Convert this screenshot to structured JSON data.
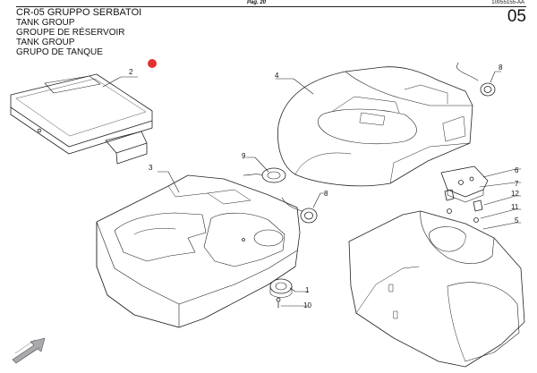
{
  "header": {
    "page_label": "Pag. 20",
    "doc_code": "10055155-AA",
    "section_number": "05"
  },
  "title_block": {
    "lines": [
      "CR-05 GRUPPO SERBATOI",
      "TANK GROUP",
      "GROUPE DE RÉSERVOIR",
      "TANK GROUP",
      "GRUPO DE TANQUE"
    ]
  },
  "callouts": [
    "1",
    "2",
    "3",
    "4",
    "5",
    "6",
    "7",
    "8",
    "8",
    "9",
    "10",
    "11",
    "12"
  ],
  "colors": {
    "line": "#222222",
    "marker_dot": "#e53030",
    "arrow_fill": "#a9a9ae"
  },
  "icons": [
    "red-dot-marker",
    "direction-arrow-icon"
  ]
}
